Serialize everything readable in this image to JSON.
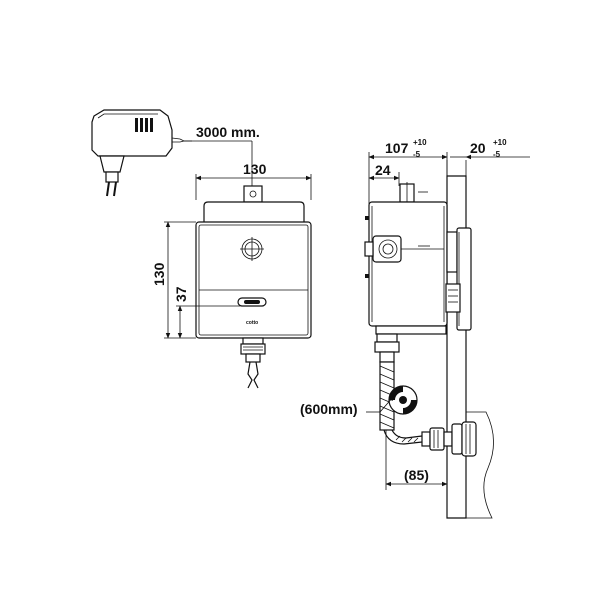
{
  "labels": {
    "cable_length": "3000 mm.",
    "width_top": "130",
    "height_left": "130",
    "sensor_height": "37",
    "depth": "107",
    "depth_tol_plus": "+10",
    "depth_tol_minus": "-5",
    "wall_offset": "20",
    "wall_tol_plus": "+10",
    "wall_tol_minus": "-5",
    "inlet_offset": "24",
    "hose_length": "(600mm)",
    "outlet_depth": "(85)",
    "brand": "cotto"
  },
  "colors": {
    "line": "#111111",
    "background": "#ffffff"
  }
}
